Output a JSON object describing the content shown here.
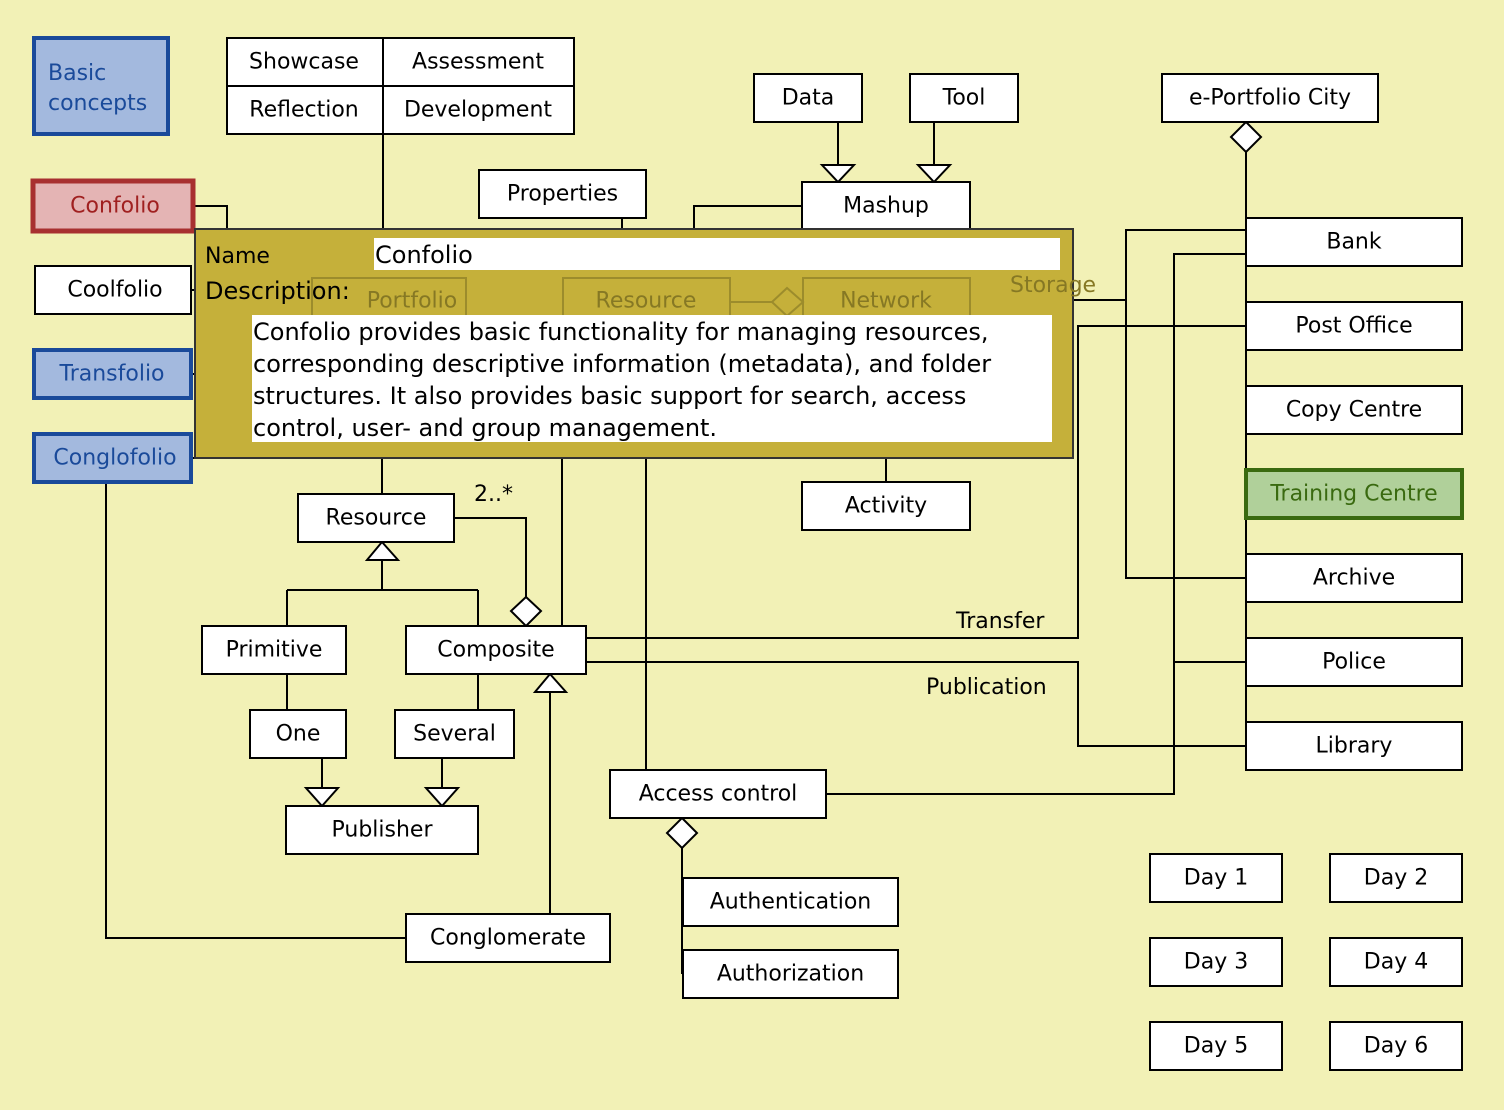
{
  "colors": {
    "background": "#f2f1b6",
    "basic_fill": "#a3b9de",
    "basic_stroke": "#1a4a9a",
    "selected_fill": "#e4b4b4",
    "selected_stroke": "#a83030",
    "green_fill": "#b0d09a",
    "green_stroke": "#3a6a10",
    "popup_fill": "#c5b03a"
  },
  "legend": {
    "basic_concepts_line1": "Basic",
    "basic_concepts_line2": "concepts"
  },
  "folios": {
    "confolio": "Confolio",
    "coolfolio": "Coolfolio",
    "transfolio": "Transfolio",
    "conglofolio": "Conglofolio"
  },
  "purposes": {
    "showcase": "Showcase",
    "assessment": "Assessment",
    "reflection": "Reflection",
    "development": "Development"
  },
  "nodes": {
    "properties": "Properties",
    "data": "Data",
    "tool": "Tool",
    "mashup": "Mashup",
    "activity": "Activity",
    "resource": "Resource",
    "primitive": "Primitive",
    "composite": "Composite",
    "one": "One",
    "several": "Several",
    "publisher": "Publisher",
    "access_control": "Access control",
    "authentication": "Authentication",
    "authorization": "Authorization",
    "conglomerate": "Conglomerate",
    "portfolio": "Portfolio",
    "resource_hidden": "Resource",
    "network": "Network"
  },
  "city": {
    "title": "e-Portfolio City",
    "bank": "Bank",
    "post_office": "Post Office",
    "copy_centre": "Copy Centre",
    "training_centre": "Training Centre",
    "archive": "Archive",
    "police": "Police",
    "library": "Library"
  },
  "edge_labels": {
    "multiplicity": "2..*",
    "transfer": "Transfer",
    "publication": "Publication",
    "storage": "Storage"
  },
  "days": [
    "Day 1",
    "Day 2",
    "Day 3",
    "Day 4",
    "Day 5",
    "Day 6"
  ],
  "popup": {
    "name_label": "Name",
    "name_value": "Confolio",
    "description_label": "Description:",
    "description_lines": [
      "Confolio provides basic functionality for managing resources,",
      "corresponding descriptive information (metadata), and folder",
      "structures. It also provides basic support for search, access",
      "control, user- and group management."
    ]
  }
}
